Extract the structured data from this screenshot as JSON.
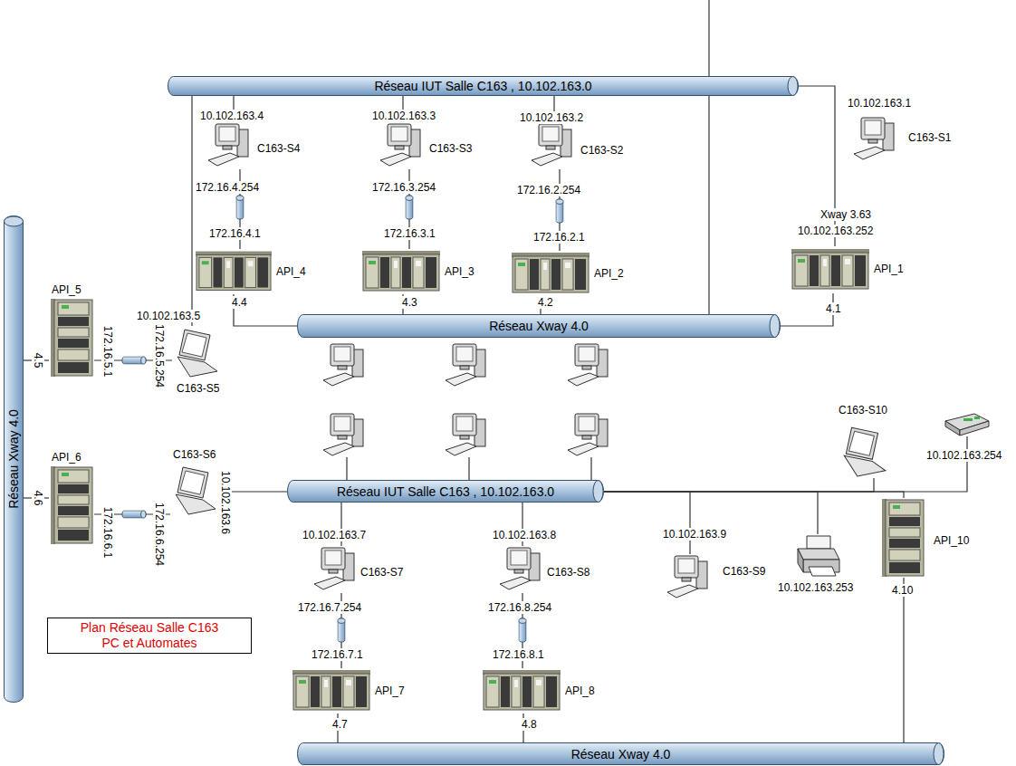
{
  "diagram": {
    "nodes": [
      {
        "text": [
          "Réseau IUT Salle C163 , 10.102.163.0"
        ]
      },
      {
        "text": [
          "Réseau Xway 4.0"
        ]
      },
      {
        "text": [
          "Réseau Xway 4.0"
        ]
      },
      {
        "text": [
          "Réseau IUT Salle C163 , 10.102.163.0"
        ]
      },
      {
        "text": [
          "Réseau Xway 4.0"
        ]
      },
      {
        "text": [
          "C163-S4"
        ]
      },
      {
        "text": [
          "C163-S3"
        ]
      },
      {
        "text": [
          "C163-S2"
        ]
      },
      {
        "text": [
          "C163-S1"
        ]
      },
      {
        "text": [
          "API_1"
        ]
      },
      {
        "text": [
          "API_4"
        ]
      },
      {
        "text": [
          "API_3"
        ]
      },
      {
        "text": [
          "API_2"
        ]
      },
      {
        "text": [
          "API_5"
        ]
      },
      {
        "text": [
          "C163-S5"
        ]
      },
      {
        "text": [
          "API_6"
        ]
      },
      {
        "text": [
          "C163-S6"
        ]
      },
      {
        "text": [
          "C163-S10"
        ]
      },
      {
        "text": [
          "10.102.163.254"
        ]
      },
      {
        "text": [
          "C163-S7"
        ]
      },
      {
        "text": [
          "C163-S8"
        ]
      },
      {
        "text": [
          "C163-S9"
        ]
      },
      {
        "text": [
          "10.102.163.253"
        ]
      },
      {
        "text": [
          "API_10"
        ]
      },
      {
        "text": [
          "API_7"
        ]
      },
      {
        "text": [
          "API_8"
        ]
      },
      {
        "text": [
          "Plan Réseau Salle C163 PC et Automates"
        ]
      }
    ],
    "edges": [
      {
        "from": 0,
        "to": 5,
        "arrow": "none"
      },
      {
        "from": 0,
        "to": 6,
        "arrow": "none"
      },
      {
        "from": 0,
        "to": 7,
        "arrow": "none"
      },
      {
        "from": 0,
        "to": 9,
        "arrow": "none"
      },
      {
        "from": 0,
        "to": 14,
        "arrow": "none"
      },
      {
        "from": 10,
        "to": 1,
        "arrow": "none"
      },
      {
        "from": 11,
        "to": 1,
        "arrow": "none"
      },
      {
        "from": 12,
        "to": 1,
        "arrow": "none"
      },
      {
        "from": 9,
        "to": 1,
        "arrow": "none"
      },
      {
        "from": 5,
        "to": 10,
        "arrow": "none"
      },
      {
        "from": 6,
        "to": 11,
        "arrow": "none"
      },
      {
        "from": 7,
        "to": 12,
        "arrow": "none"
      },
      {
        "from": 13,
        "to": 2,
        "arrow": "none"
      },
      {
        "from": 15,
        "to": 2,
        "arrow": "none"
      },
      {
        "from": 13,
        "to": 14,
        "arrow": "none"
      },
      {
        "from": 15,
        "to": 16,
        "arrow": "none"
      },
      {
        "from": 16,
        "to": 3,
        "arrow": "none"
      },
      {
        "from": 3,
        "to": 19,
        "arrow": "none"
      },
      {
        "from": 3,
        "to": 20,
        "arrow": "none"
      },
      {
        "from": 3,
        "to": 21,
        "arrow": "none"
      },
      {
        "from": 3,
        "to": 22,
        "arrow": "none"
      },
      {
        "from": 3,
        "to": 17,
        "arrow": "none"
      },
      {
        "from": 3,
        "to": 18,
        "arrow": "none"
      },
      {
        "from": 3,
        "to": 23,
        "arrow": "none"
      },
      {
        "from": 19,
        "to": 24,
        "arrow": "none"
      },
      {
        "from": 20,
        "to": 25,
        "arrow": "none"
      },
      {
        "from": 24,
        "to": 4,
        "arrow": "none"
      },
      {
        "from": 25,
        "to": 4,
        "arrow": "none"
      },
      {
        "from": 23,
        "to": 4,
        "arrow": "none"
      }
    ],
    "labels": [
      "10.102.163.4",
      "172.16.4.254",
      "172.16.4.1",
      "4.4",
      "10.102.163.3",
      "172.16.3.254",
      "172.16.3.1",
      "4.3",
      "10.102.163.2",
      "172.16.2.254",
      "172.16.2.1",
      "4.2",
      "10.102.163.1",
      "Xway 3.63",
      "10.102.163.252",
      "4.1",
      "4.5",
      "172.16.5.1",
      "172.16.5.254",
      "10.102.163.5",
      "4.6",
      "172.16.6.1",
      "172.16.6.254",
      "10.102.163.6",
      "10.102.163.7",
      "172.16.7.254",
      "172.16.7.1",
      "4.7",
      "10.102.163.8",
      "172.16.8.254",
      "172.16.8.1",
      "4.8",
      "10.102.163.9",
      "4.10"
    ]
  }
}
